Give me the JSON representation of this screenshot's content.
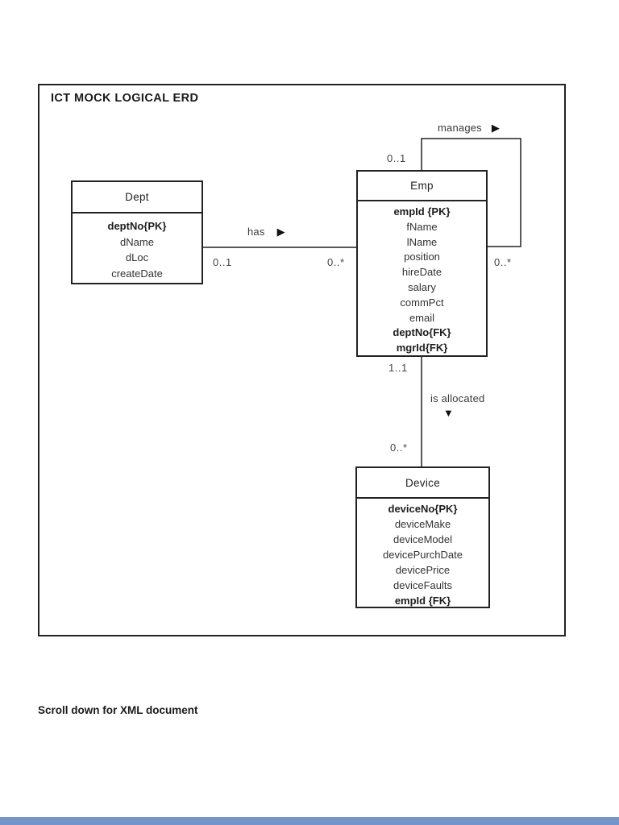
{
  "page": {
    "title": "ICT MOCK LOGICAL ERD",
    "footer_note": "Scroll down for XML document"
  },
  "colors": {
    "line": "#222222",
    "background": "#ffffff",
    "viewer_edge_bar": "#7595c8"
  },
  "icons": {
    "right_arrow": "▶",
    "down_arrow": "▼"
  },
  "entities": [
    {
      "id": "dept",
      "title": "Dept",
      "attributes": [
        {
          "text": "deptNo{PK}",
          "key": true
        },
        {
          "text": "dName"
        },
        {
          "text": "dLoc"
        },
        {
          "text": "createDate"
        }
      ]
    },
    {
      "id": "emp",
      "title": "Emp",
      "attributes": [
        {
          "text": "empId {PK}",
          "key": true
        },
        {
          "text": "fName"
        },
        {
          "text": "lName"
        },
        {
          "text": "position"
        },
        {
          "text": "hireDate"
        },
        {
          "text": "salary"
        },
        {
          "text": "commPct"
        },
        {
          "text": "email"
        },
        {
          "text": "deptNo{FK}",
          "key": true
        },
        {
          "text": "mgrId{FK}",
          "key": true
        }
      ]
    },
    {
      "id": "device",
      "title": "Device",
      "attributes": [
        {
          "text": "deviceNo{PK}",
          "key": true
        },
        {
          "text": "deviceMake"
        },
        {
          "text": "deviceModel"
        },
        {
          "text": "devicePurchDate"
        },
        {
          "text": "devicePrice"
        },
        {
          "text": "deviceFaults"
        },
        {
          "text": "empId {FK}",
          "key": true
        }
      ]
    }
  ],
  "relationships": [
    {
      "name": "has",
      "label": "has",
      "from": "Dept",
      "to": "Emp",
      "from_multiplicity": "0..1",
      "to_multiplicity": "0..*"
    },
    {
      "name": "manages",
      "label": "manages",
      "from": "Emp",
      "to": "Emp",
      "from_multiplicity": "0..1",
      "to_multiplicity": "0..*"
    },
    {
      "name": "is allocated",
      "label": "is allocated",
      "from": "Emp",
      "to": "Device",
      "from_multiplicity": "1..1",
      "to_multiplicity": "0..*"
    }
  ]
}
